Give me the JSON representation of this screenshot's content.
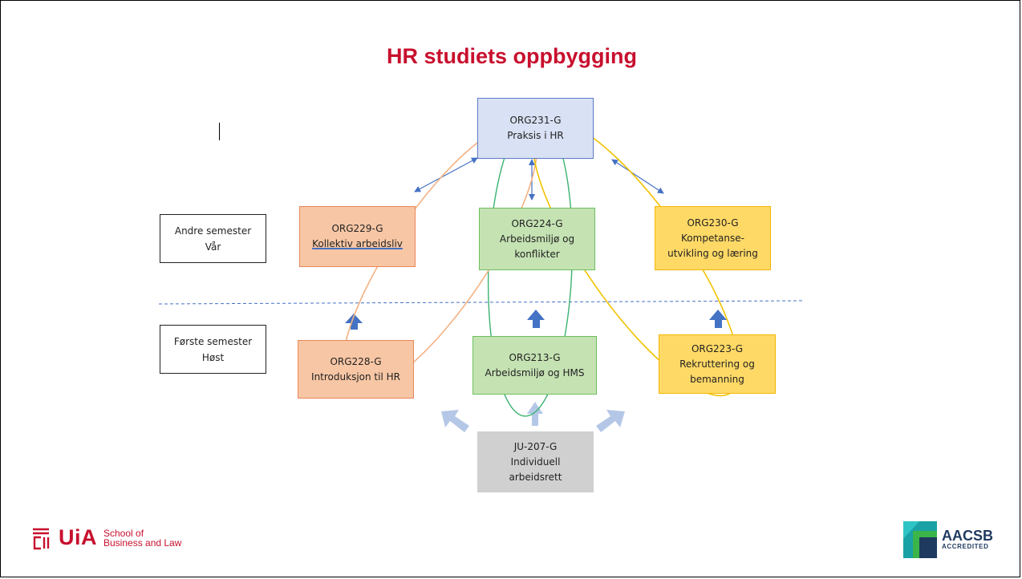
{
  "title": "HR studiets oppbygging",
  "semesters": {
    "second": {
      "line1": "Andre semester",
      "line2": "Vår"
    },
    "first": {
      "line1": "Første semester",
      "line2": "Høst"
    }
  },
  "courses": {
    "org231": {
      "code": "ORG231-G",
      "name": "Praksis i HR",
      "color": "#d9e1f4"
    },
    "org229": {
      "code": "ORG229-G",
      "name": "Kollektiv arbeidsliv",
      "color": "#f7c6a4"
    },
    "org224": {
      "code": "ORG224-G",
      "name_line1": "Arbeidsmiljø og",
      "name_line2": "konflikter",
      "color": "#c5e2b3"
    },
    "org230": {
      "code": "ORG230-G",
      "name_line1": "Kompetanse-",
      "name_line2": "utvikling og læring",
      "color": "#ffd966"
    },
    "org228": {
      "code": "ORG228-G",
      "name": "Introduksjon til HR",
      "color": "#f7c6a4"
    },
    "org213": {
      "code": "ORG213-G",
      "name": "Arbeidsmiljø og HMS",
      "color": "#c5e2b3"
    },
    "org223": {
      "code": "ORG223-G",
      "name_line1": "Rekruttering og",
      "name_line2": "bemanning",
      "color": "#ffd966"
    },
    "ju207": {
      "code": "JU-207-G",
      "name_line1": "Individuell",
      "name_line2": "arbeidsrett",
      "color": "#d0d0d0"
    }
  },
  "branding": {
    "uia_name": "UiA",
    "uia_sub_line1": "School of",
    "uia_sub_line2": "Business and Law",
    "aacsb_name": "AACSB",
    "aacsb_sub": "ACCREDITED",
    "accent_red": "#c8102e"
  }
}
